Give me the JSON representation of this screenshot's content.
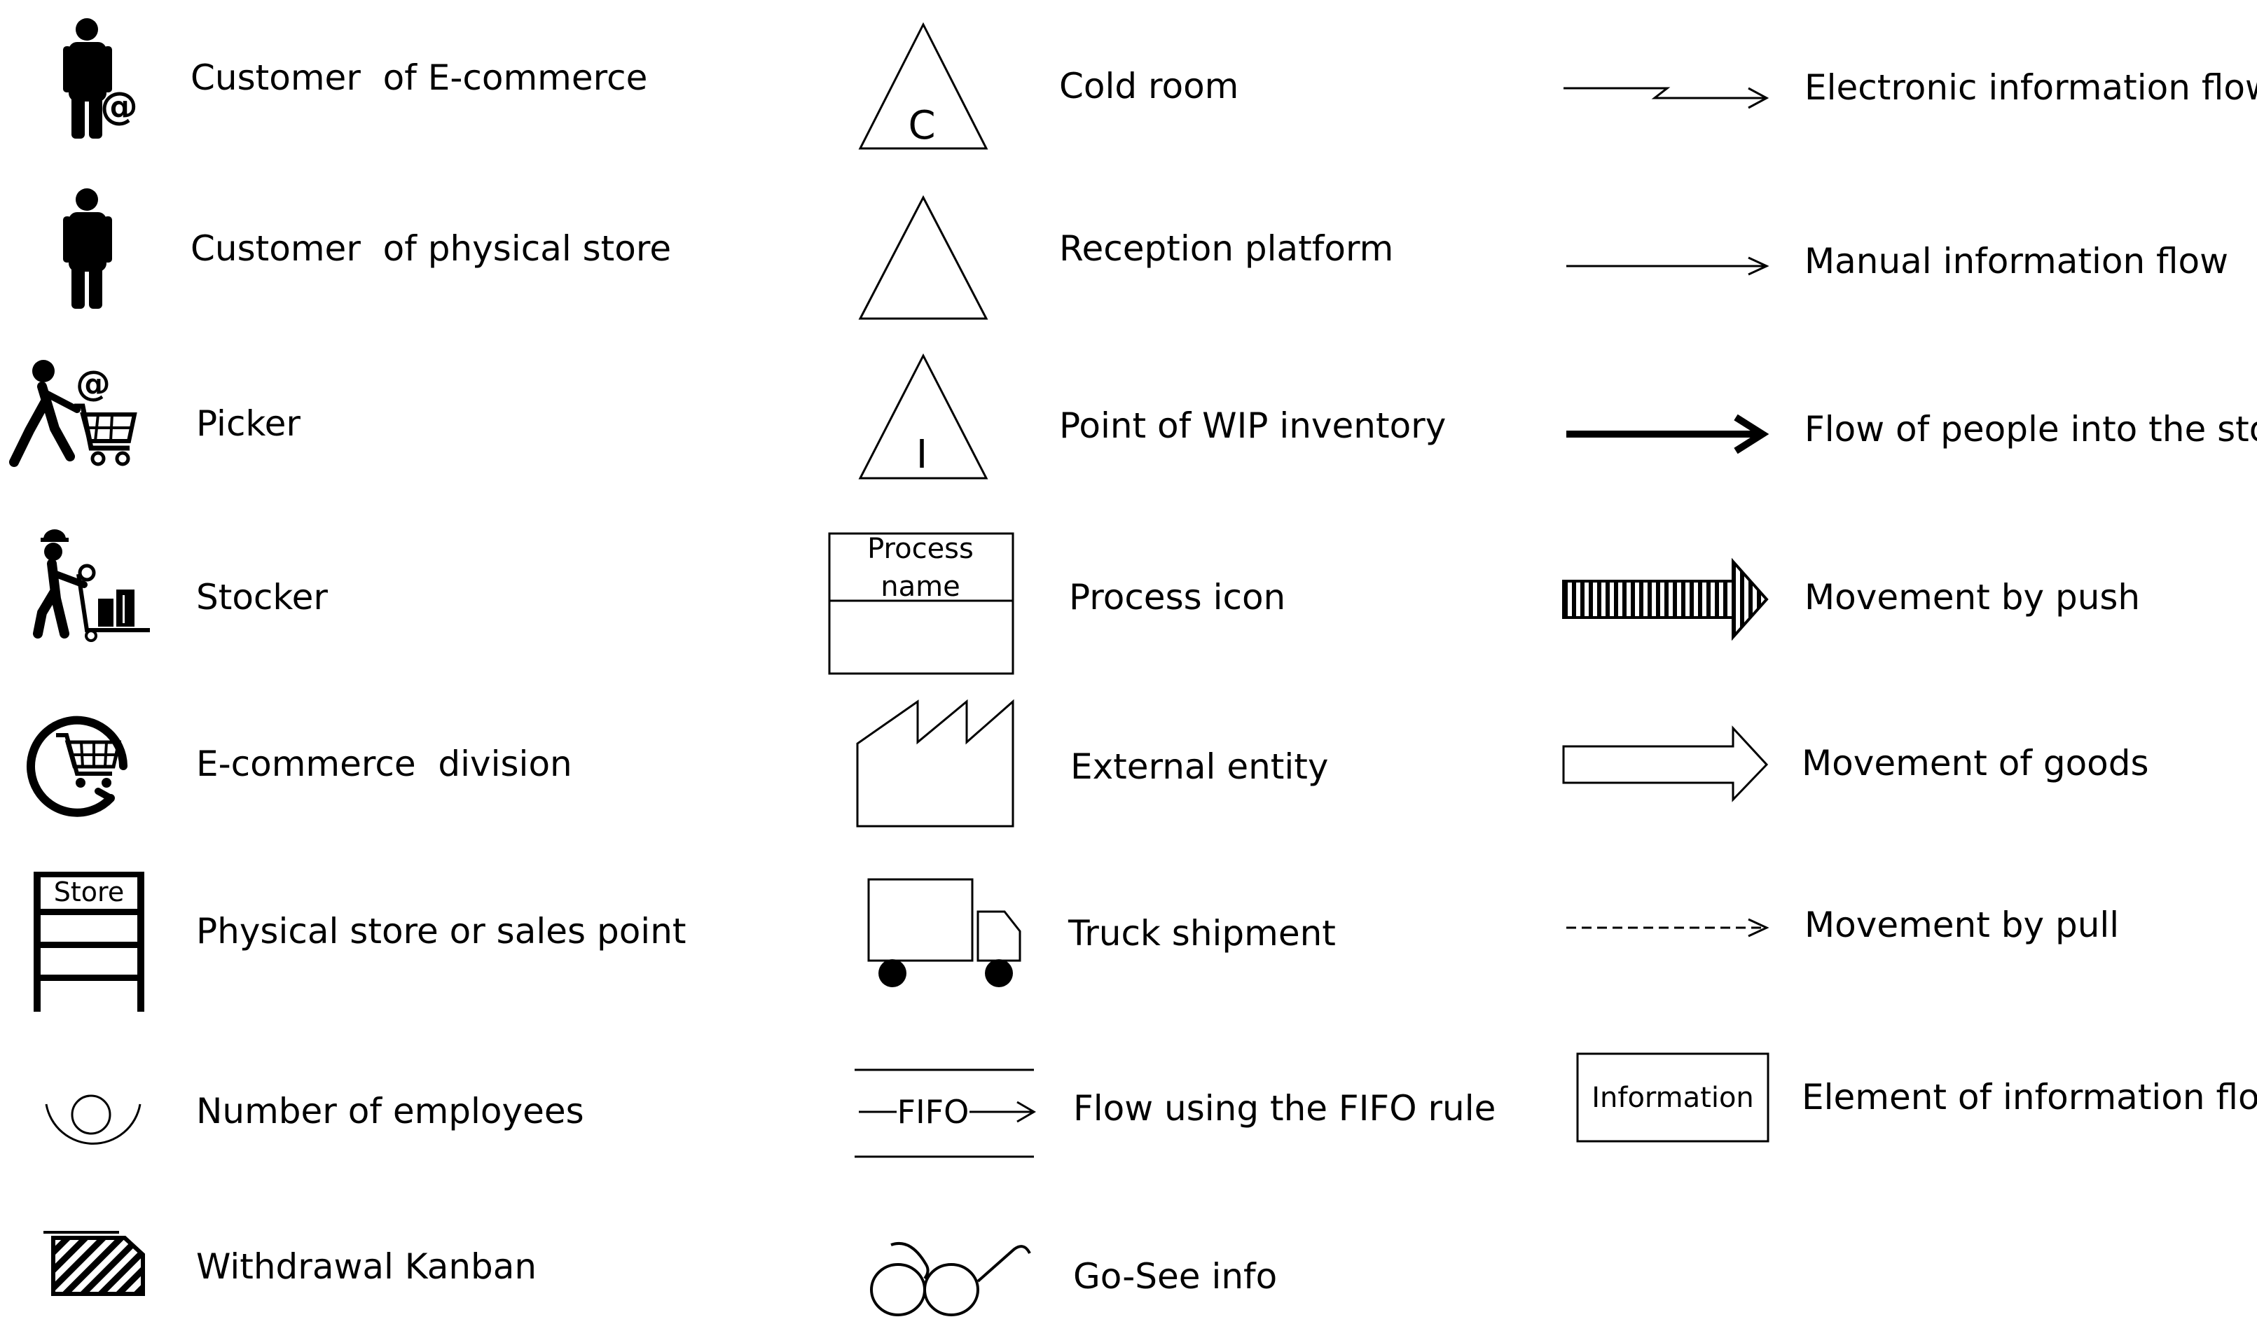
{
  "legend": {
    "col1": [
      {
        "icon": "ecommerce-customer-icon",
        "label": "Customer  of E-commerce"
      },
      {
        "icon": "person-icon",
        "label": "Customer  of physical store"
      },
      {
        "icon": "picker-with-cart-icon",
        "label": "Picker"
      },
      {
        "icon": "stocker-with-trolley-icon",
        "label": "Stocker"
      },
      {
        "icon": "ecommerce-cart-icon",
        "label": "E-commerce  division"
      },
      {
        "icon": "store-shelf-icon",
        "label": "Physical store or sales point"
      },
      {
        "icon": "operator-icon",
        "label": "Number of employees"
      },
      {
        "icon": "kanban-card-icon",
        "label": "Withdrawal Kanban"
      }
    ],
    "col2": [
      {
        "icon": "triangle-icon",
        "label": "Cold room"
      },
      {
        "icon": "triangle-icon",
        "label": "Reception platform"
      },
      {
        "icon": "triangle-icon",
        "label": "Point of WIP inventory"
      },
      {
        "icon": "process-box-icon",
        "label": "Process icon"
      },
      {
        "icon": "factory-icon",
        "label": "External entity"
      },
      {
        "icon": "truck-icon",
        "label": "Truck shipment"
      },
      {
        "icon": "fifo-lane-icon",
        "label": "Flow using the FIFO rule"
      },
      {
        "icon": "eyeglasses-icon",
        "label": "Go-See info"
      }
    ],
    "col3": [
      {
        "icon": "lightning-arrow-icon",
        "label": "Electronic information flow"
      },
      {
        "icon": "thin-arrow-icon",
        "label": "Manual information flow"
      },
      {
        "icon": "bold-arrow-icon",
        "label": "Flow of people into the store"
      },
      {
        "icon": "striped-push-arrow-icon",
        "label": "Movement by push"
      },
      {
        "icon": "hollow-arrow-icon",
        "label": "Movement of goods"
      },
      {
        "icon": "dashed-arrow-icon",
        "label": "Movement by pull"
      },
      {
        "icon": "information-box-icon",
        "label": "Element of information flow"
      }
    ]
  },
  "icon_text": {
    "cold_room_letter": "C",
    "wip_letter": "I",
    "process_name": [
      "Process",
      "name"
    ],
    "store": "Store",
    "at_sign": "@",
    "fifo": "FIFO",
    "information": "Information"
  }
}
